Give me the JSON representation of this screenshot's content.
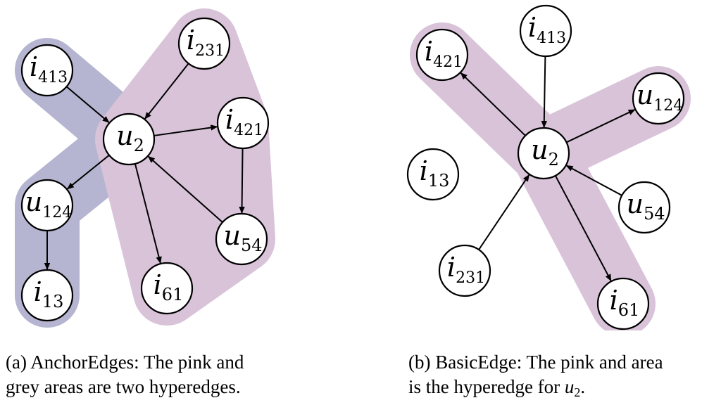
{
  "colors": {
    "pink_hyperedge": "#d9c3d9",
    "grey_hyperedge": "#b6b5d1",
    "node_fill": "#ffffff",
    "stroke": "#000000"
  },
  "panel_a": {
    "nodes": [
      {
        "id": "a-i413",
        "base": "i",
        "sub": "413"
      },
      {
        "id": "a-i231",
        "base": "i",
        "sub": "231"
      },
      {
        "id": "a-u2",
        "base": "u",
        "sub": "2"
      },
      {
        "id": "a-i421",
        "base": "i",
        "sub": "421"
      },
      {
        "id": "a-u124",
        "base": "u",
        "sub": "124"
      },
      {
        "id": "a-u54",
        "base": "u",
        "sub": "54"
      },
      {
        "id": "a-i13",
        "base": "i",
        "sub": "13"
      },
      {
        "id": "a-i61",
        "base": "i",
        "sub": "61"
      }
    ],
    "edges": [
      {
        "from": "a-i413",
        "to": "a-u2"
      },
      {
        "from": "a-i231",
        "to": "a-u2"
      },
      {
        "from": "a-u2",
        "to": "a-i421"
      },
      {
        "from": "a-i421",
        "to": "a-u54"
      },
      {
        "from": "a-u54",
        "to": "a-u2"
      },
      {
        "from": "a-u2",
        "to": "a-i61"
      },
      {
        "from": "a-u2",
        "to": "a-u124"
      },
      {
        "from": "a-u124",
        "to": "a-i13"
      }
    ],
    "caption_line1": "(a) AnchorEdges: The pink and",
    "caption_line2": "grey areas are two hyperedges."
  },
  "panel_b": {
    "nodes": [
      {
        "id": "b-i413",
        "base": "i",
        "sub": "413"
      },
      {
        "id": "b-i421",
        "base": "i",
        "sub": "421"
      },
      {
        "id": "b-u124",
        "base": "u",
        "sub": "124"
      },
      {
        "id": "b-u2",
        "base": "u",
        "sub": "2"
      },
      {
        "id": "b-i13",
        "base": "i",
        "sub": "13"
      },
      {
        "id": "b-u54",
        "base": "u",
        "sub": "54"
      },
      {
        "id": "b-i231",
        "base": "i",
        "sub": "231"
      },
      {
        "id": "b-i61",
        "base": "i",
        "sub": "61"
      }
    ],
    "edges": [
      {
        "from": "b-i413",
        "to": "b-u2"
      },
      {
        "from": "b-u2",
        "to": "b-i421"
      },
      {
        "from": "b-u2",
        "to": "b-u124"
      },
      {
        "from": "b-u54",
        "to": "b-u2"
      },
      {
        "from": "b-i231",
        "to": "b-u2"
      },
      {
        "from": "b-u2",
        "to": "b-i61"
      }
    ],
    "caption_line1": "(b) BasicEdge: The pink and area",
    "caption_line2_prefix": "is the hyperedge for ",
    "caption_math_base": "u",
    "caption_math_sub": "2",
    "caption_suffix": "."
  }
}
